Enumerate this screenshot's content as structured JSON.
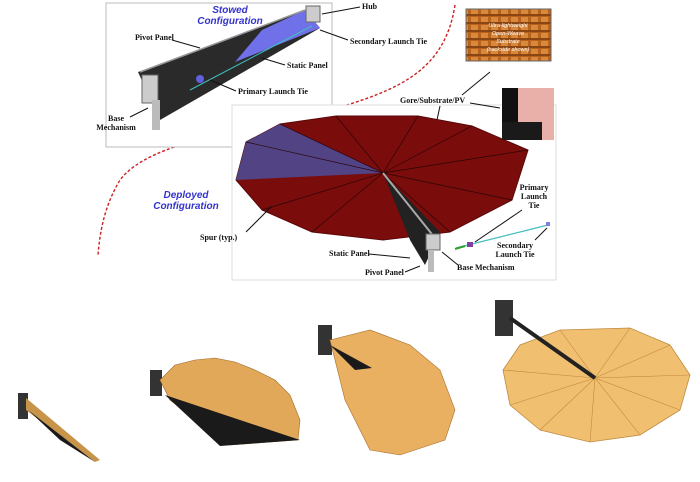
{
  "stowed": {
    "title_line1": "Stowed",
    "title_line2": "Configuration",
    "labels": {
      "hub": "Hub",
      "pivot_panel": "Pivot Panel",
      "secondary_launch_tie": "Secondary Launch Tie",
      "static_panel": "Static Panel",
      "primary_launch_tie": "Primary Launch Tie",
      "base_mechanism_line1": "Base",
      "base_mechanism_line2": "Mechanism"
    }
  },
  "deployed": {
    "title_line1": "Deployed",
    "title_line2": "Configuration",
    "labels": {
      "gore": "Gore/Substrate/PV",
      "spur": "Spur (typ.)",
      "primary_launch_tie_1": "Primary",
      "primary_launch_tie_2": "Launch",
      "primary_launch_tie_3": "Tie",
      "secondary_launch_tie_1": "Secondary",
      "secondary_launch_tie_2": "Launch Tie",
      "static_panel": "Static Panel",
      "pivot_panel": "Pivot Panel",
      "base_mechanism": "Base Mechanism"
    }
  },
  "substrate_inset": {
    "line1": "Ultra-lightweight",
    "line2": "Open-Weave",
    "line3": "Substrate",
    "line4": "(backside shown)"
  },
  "colors": {
    "gore_red": "#7a0c0c",
    "panel_blue": "#7070e8",
    "fan_orange": "#e8b060",
    "title_blue": "#3333cc"
  }
}
